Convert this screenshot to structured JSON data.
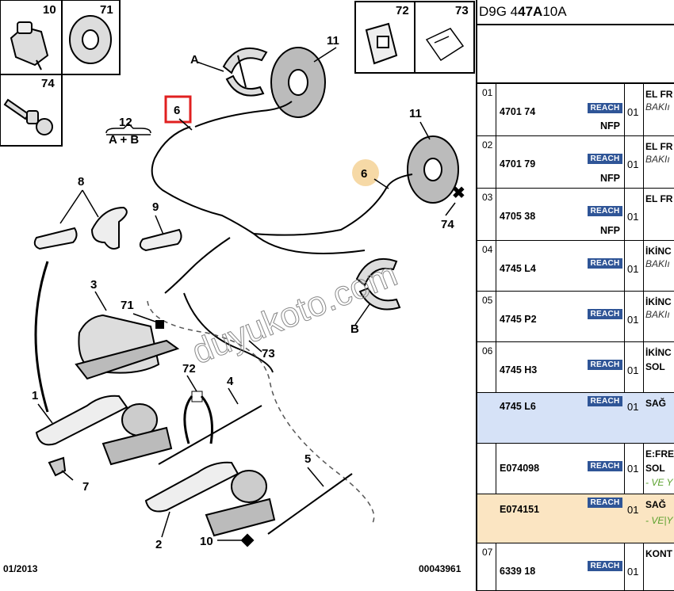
{
  "diagram": {
    "callouts": [
      "10",
      "71",
      "74",
      "72",
      "73",
      "11",
      "11",
      "6",
      "6",
      "12",
      "A + B",
      "8",
      "9",
      "3",
      "71",
      "1",
      "7",
      "72",
      "4",
      "73",
      "5",
      "2",
      "10",
      "74",
      "A",
      "B"
    ],
    "footer_left": "01/2013",
    "footer_right": "00043961",
    "watermark": "duyukoto.com"
  },
  "parts": {
    "header": {
      "pre": "D9G 4 ",
      "bold": "47A",
      "post": " 10A"
    },
    "badge": "REACH",
    "rows": [
      {
        "idx": "01",
        "ref": "4701 74",
        "qty": "01",
        "nfp": "NFP",
        "desc": "EL FR",
        "sub": "BAKIı",
        "note": ""
      },
      {
        "idx": "02",
        "ref": "4701 79",
        "qty": "01",
        "nfp": "NFP",
        "desc": "EL FR",
        "sub": "BAKIı",
        "note": ""
      },
      {
        "idx": "03",
        "ref": "4705 38",
        "qty": "01",
        "nfp": "NFP",
        "desc": "EL FR",
        "sub": "",
        "note": ""
      },
      {
        "idx": "04",
        "ref": "4745 L4",
        "qty": "01",
        "nfp": "",
        "desc": "İKİNC",
        "sub": "BAKIı",
        "note": ""
      },
      {
        "idx": "05",
        "ref": "4745 P2",
        "qty": "01",
        "nfp": "",
        "desc": "İKİNC",
        "sub": "BAKIı",
        "note": ""
      },
      {
        "idx": "06",
        "ref": "4745 H3",
        "qty": "01",
        "nfp": "",
        "desc": "İKİNC",
        "desc2": "SOL",
        "sub": "",
        "note": ""
      },
      {
        "idx": "",
        "ref": "4745 L6",
        "qty": "01",
        "nfp": "",
        "desc": "SAĞ",
        "sub": "",
        "note": ""
      },
      {
        "idx": "",
        "ref": "E074098",
        "qty": "01",
        "nfp": "",
        "desc": "E:FRE",
        "desc2": "SOL",
        "sub": "",
        "note": "- VE Y"
      },
      {
        "idx": "",
        "ref": "E074151",
        "qty": "01",
        "nfp": "",
        "desc": "SAĞ",
        "sub": "",
        "note": "- VE|Y"
      },
      {
        "idx": "07",
        "ref": "6339 18",
        "qty": "01",
        "nfp": "",
        "desc": "KONT",
        "sub": "",
        "note": ""
      }
    ]
  }
}
